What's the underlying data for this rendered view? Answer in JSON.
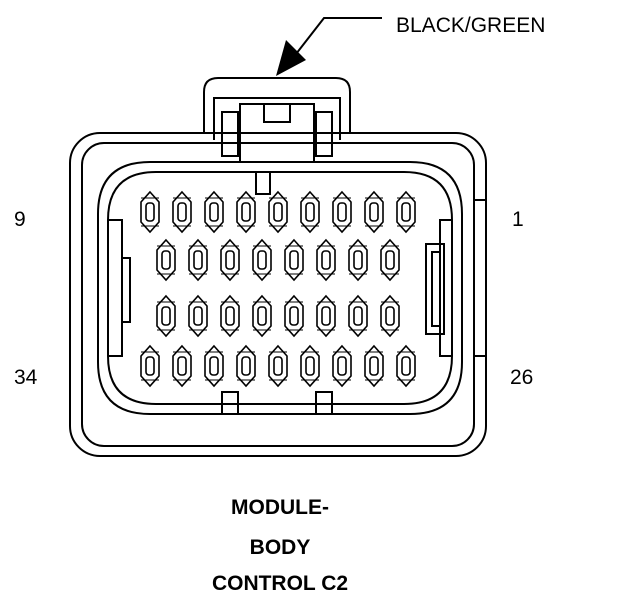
{
  "connector": {
    "wire_color_label": "BLACK/GREEN",
    "pin_labels": {
      "top_left": "9",
      "top_right": "1",
      "bottom_left": "34",
      "bottom_right": "26"
    },
    "caption_lines": [
      "MODULE-",
      "BODY",
      "CONTROL C2"
    ],
    "pin_rows": [
      9,
      8,
      8,
      9
    ]
  },
  "colors": {
    "line": "#000000",
    "background": "#ffffff"
  }
}
